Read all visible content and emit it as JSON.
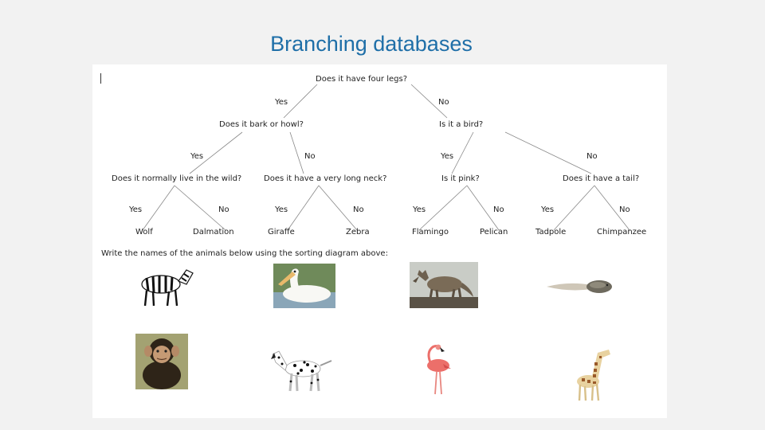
{
  "slide": {
    "title": "Branching databases"
  },
  "tree": {
    "root": "Does it have four legs?",
    "branch_yes": "Yes",
    "branch_no": "No",
    "q_bark": "Does it bark or howl?",
    "q_bird": "Is it a bird?",
    "q_wild": "Does it normally live in the wild?",
    "q_neck": "Does it have a very long neck?",
    "q_pink": "Is it pink?",
    "q_tail": "Does it have a tail?",
    "leaves": [
      "Wolf",
      "Dalmation",
      "Giraffe",
      "Zebra",
      "Flamingo",
      "Pelican",
      "Tadpole",
      "Chimpanzee"
    ]
  },
  "worksheet": {
    "instruction": "Write the names of the animals below using the sorting diagram above:",
    "pictures": [
      "zebra",
      "pelican",
      "wolf",
      "tadpole",
      "chimpanzee",
      "dalmatian",
      "flamingo",
      "giraffe"
    ]
  }
}
